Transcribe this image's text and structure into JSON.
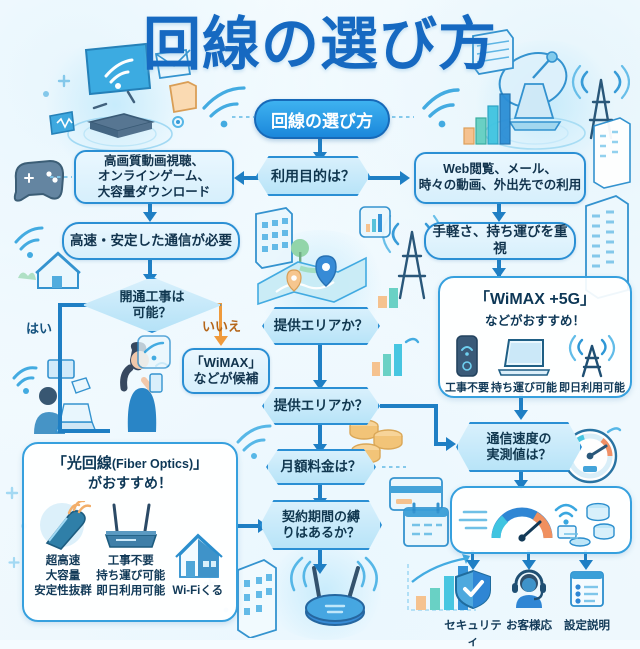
{
  "meta": {
    "title": "回線の選び方",
    "colors": {
      "brand_blue": "#1669c1",
      "node_fill": "#b8e4f8",
      "node_stroke": "#2a8fd4",
      "accent_orange": "#ef9a3c",
      "background": "#f2fafe"
    }
  },
  "flow": {
    "root": "回線の選び方",
    "purpose_decision": "利用目的は？",
    "purpose_heavy": "高画質動画視聴、\nオンラインゲーム、\n大容量ダウンロード",
    "purpose_heavy_lines": [
      "高画質動画視聴、",
      "オンラインゲーム、",
      "大容量ダウンロード"
    ],
    "purpose_light_lines": [
      "Web閲覧、メール、",
      "時々の動画、外出先での利用"
    ],
    "need_fast": "高速・安定した通信が必要",
    "need_mobile": "手軽さ、持ち運びを重視",
    "construction_decision_lines": [
      "開通工事は",
      "可能？"
    ],
    "yes_label": "はい",
    "no_label": "いいえ",
    "wimax_candidate_lines": [
      "「WiMAX」",
      "などが候補"
    ],
    "area_decision_1": "提供エリアか？",
    "area_decision_2": "提供エリアか？",
    "monthly_fee_decision": "月額料金は？",
    "contract_decision_lines": [
      "契約期間の縛",
      "りはあるか？"
    ],
    "speed_decision_lines": [
      "通信速度の",
      "実測値は？"
    ]
  },
  "results": {
    "fiber": {
      "title_lines": [
        "「光回線(Fiber Optics)」",
        "がおすすめ！"
      ],
      "title_main": "「光回線",
      "title_sub": "(Fiber Optics)",
      "title_close": "」",
      "title_line2": "がおすすめ！",
      "features": [
        {
          "icon": "fiber-cable-icon",
          "labels": [
            "超高速",
            "大容量",
            "安定性抜群"
          ]
        },
        {
          "icon": "router-icon",
          "labels": [
            "工事不要",
            "持ち運び可能",
            "即日利用可能"
          ]
        },
        {
          "icon": "house-icon",
          "labels": [
            "Wi-Fiくる"
          ]
        }
      ]
    },
    "wimax5g": {
      "title_line1": "「WiMAX +5G」",
      "title_line2": "などがおすすめ！",
      "features": [
        {
          "icon": "mobile-router-icon",
          "label": "工事不要"
        },
        {
          "icon": "laptop-icon",
          "label": "持ち運び可能"
        },
        {
          "icon": "antenna-tower-icon",
          "label": "即日利用可能"
        }
      ]
    },
    "support": {
      "items": [
        {
          "icon": "shield-check-icon",
          "label": "セキュリティ"
        },
        {
          "icon": "headset-agent-icon",
          "label": "お客様応"
        },
        {
          "icon": "settings-doc-icon",
          "label": "設定説明"
        }
      ]
    }
  },
  "decorations": {
    "top_left": [
      "wifi-screen-icon",
      "router-icon",
      "envelope-icon",
      "folder-icon",
      "switch-icon"
    ],
    "top_right": [
      "satellite-dish-icon",
      "server-icon",
      "signal-bars-icon",
      "wifi-icon",
      "antenna-tower-icon"
    ],
    "left": [
      "gamepad-icon",
      "house-wifi-icon",
      "person-laptop-icon",
      "person-phone-icon"
    ],
    "center": [
      "map-pin-icon",
      "buildings-icon",
      "antenna-tower-icon",
      "signal-bars-icon"
    ],
    "bottom": [
      "building-icon",
      "router-puck-icon",
      "growth-chart-icon",
      "calendar-icon",
      "credit-card-icon",
      "coins-icon"
    ],
    "right": [
      "speedometer-icon",
      "building-tall-icon",
      "server-stack-icon"
    ]
  }
}
